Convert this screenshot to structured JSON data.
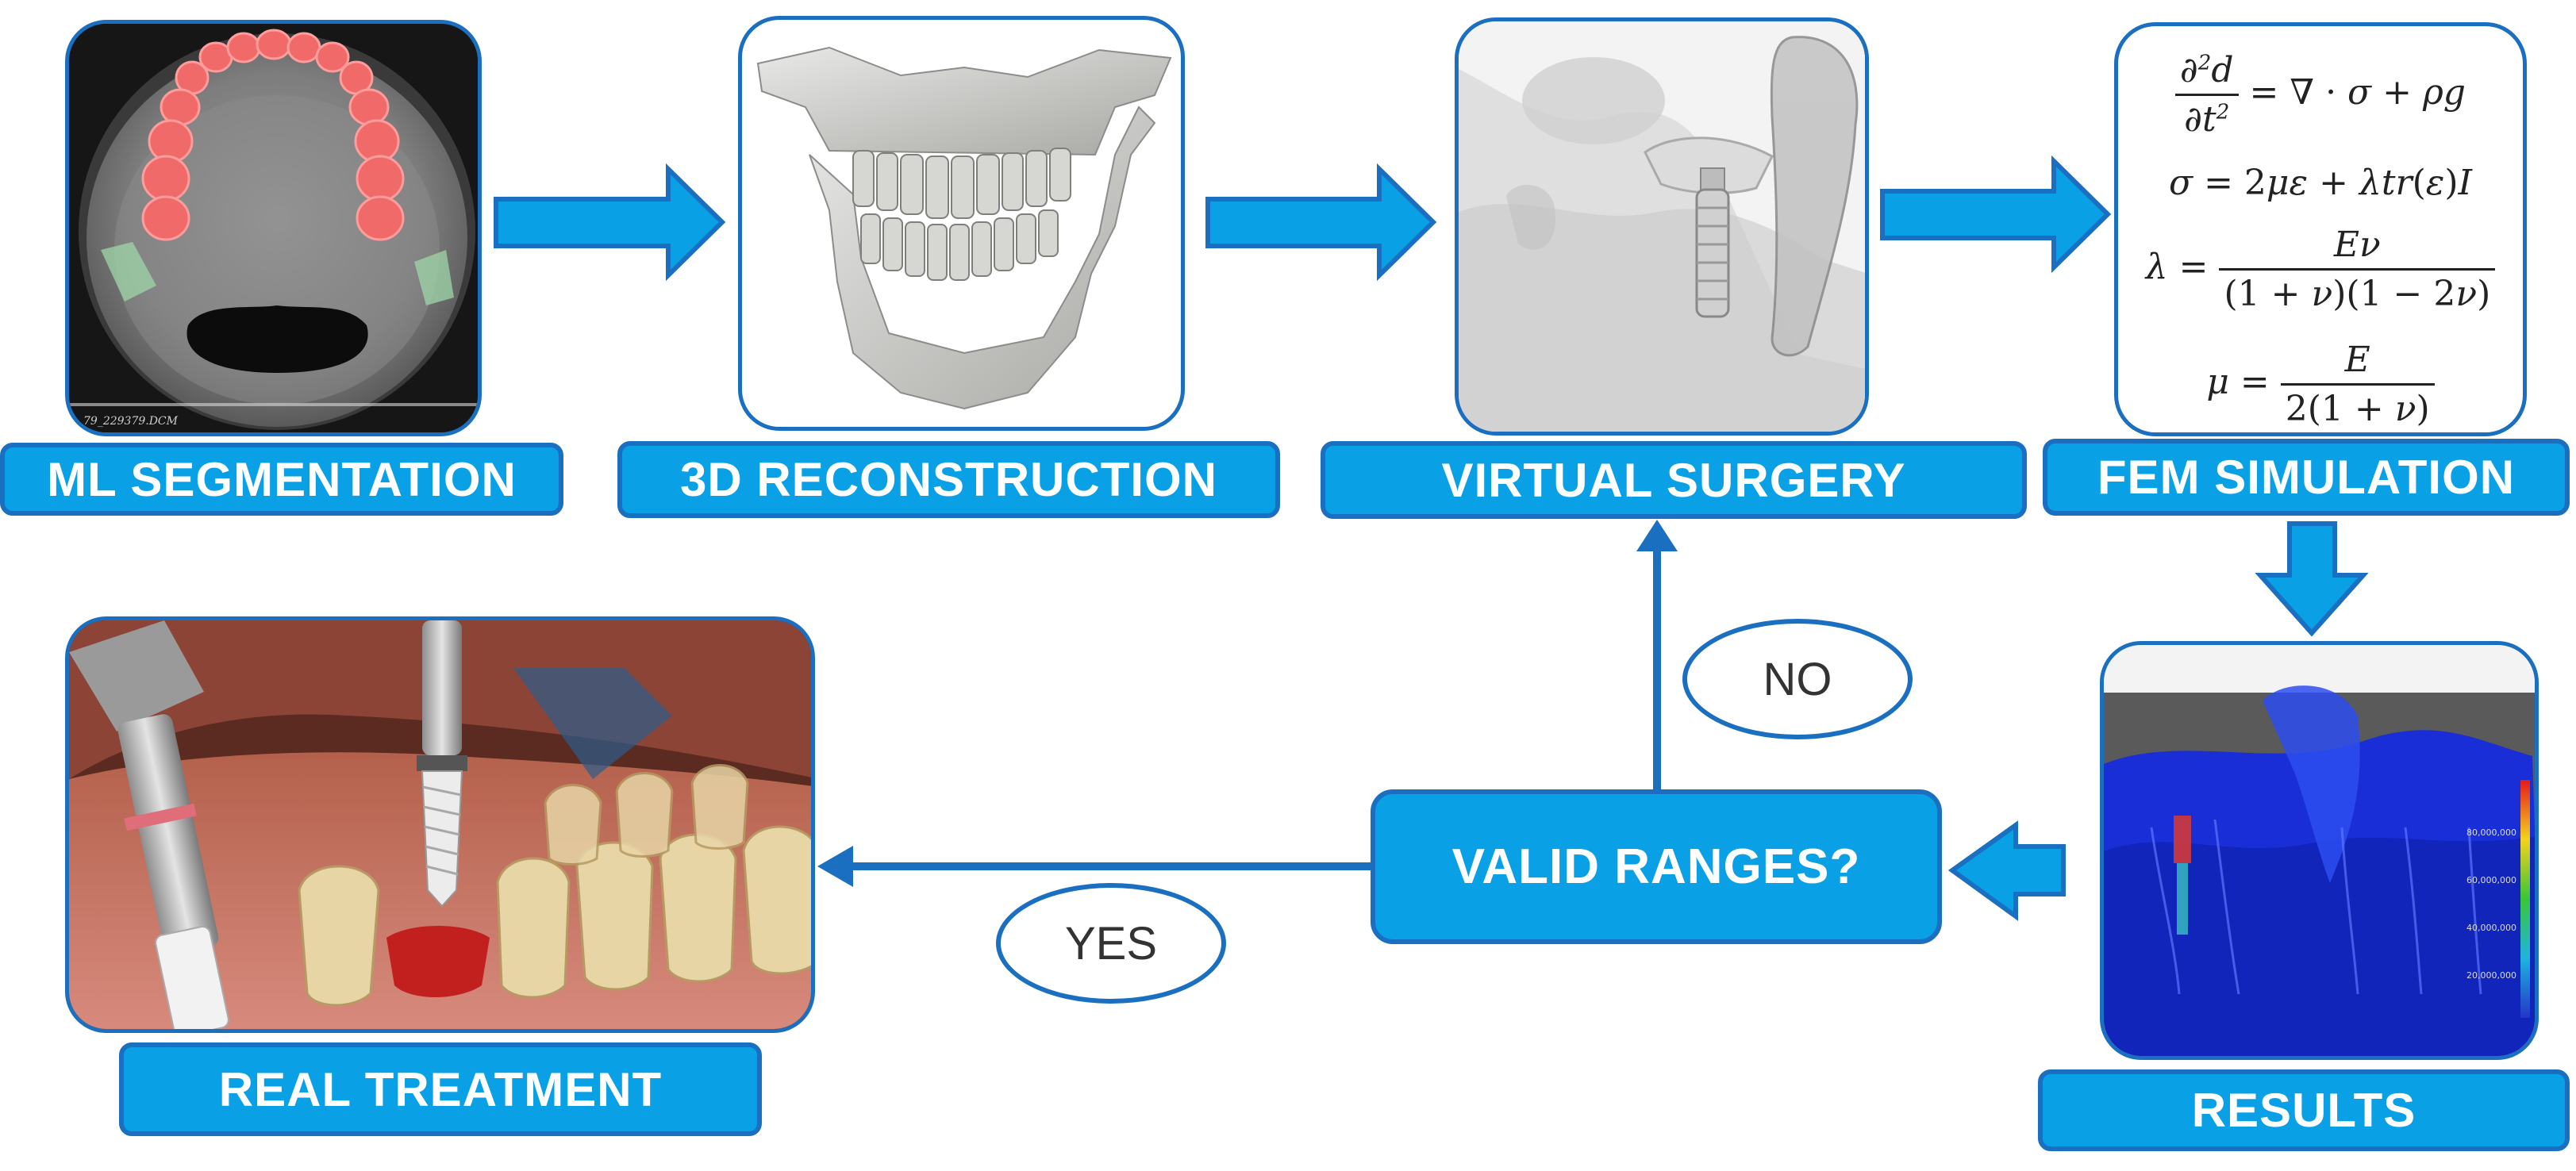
{
  "steps": {
    "segmentation": "ML SEGMENTATION",
    "reconstruction": "3D RECONSTRUCTION",
    "surgery": "VIRTUAL SURGERY",
    "fem": "FEM SIMULATION",
    "results": "RESULTS",
    "treatment": "REAL TREATMENT"
  },
  "decision": {
    "question": "VALID RANGES?",
    "no": "NO",
    "yes": "YES"
  },
  "ct_caption": "79_229379.DCM",
  "results_ticks": [
    "80,000,000",
    "60,000,000",
    "40,000,000",
    "20,000,000"
  ],
  "colors": {
    "label_fill": "#0aa0e6",
    "border": "#1a6fc0",
    "arrow": "#0aa0e6"
  }
}
